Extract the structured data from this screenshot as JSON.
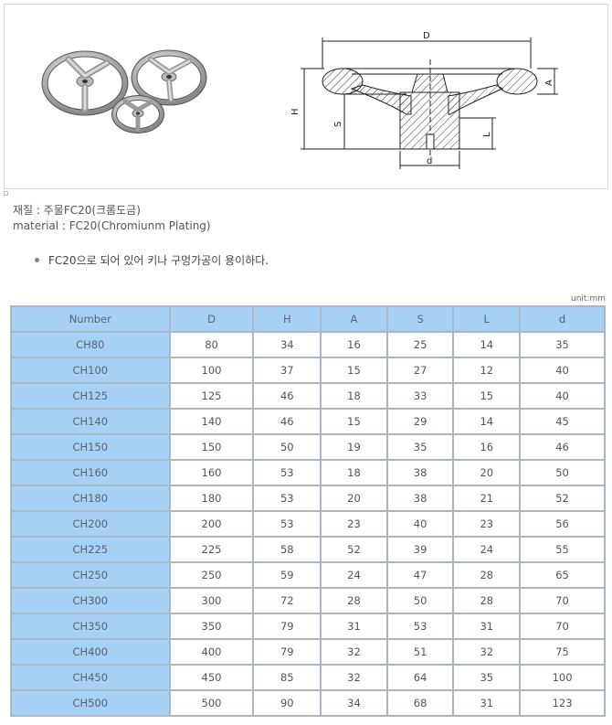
{
  "diagram": {
    "labels": {
      "D": "D",
      "H": "H",
      "A": "A",
      "S": "S",
      "L": "L",
      "d": "d"
    }
  },
  "material": {
    "korean": "재질 : 주물FC20(크롬도금)",
    "english": "material : FC20(Chromiunm Plating)"
  },
  "note": "FC20으로 되어 있어 키나 구멍가공이 용이하다.",
  "unit": "unit:mm",
  "table": {
    "headers": [
      "Number",
      "D",
      "H",
      "A",
      "S",
      "L",
      "d"
    ],
    "rows": [
      [
        "CH80",
        "80",
        "34",
        "16",
        "25",
        "14",
        "35"
      ],
      [
        "CH100",
        "100",
        "37",
        "15",
        "27",
        "12",
        "40"
      ],
      [
        "CH125",
        "125",
        "46",
        "18",
        "33",
        "15",
        "40"
      ],
      [
        "CH140",
        "140",
        "46",
        "15",
        "29",
        "14",
        "45"
      ],
      [
        "CH150",
        "150",
        "50",
        "19",
        "35",
        "16",
        "46"
      ],
      [
        "CH160",
        "160",
        "53",
        "18",
        "38",
        "20",
        "50"
      ],
      [
        "CH180",
        "180",
        "53",
        "20",
        "38",
        "21",
        "52"
      ],
      [
        "CH200",
        "200",
        "53",
        "23",
        "40",
        "23",
        "56"
      ],
      [
        "CH225",
        "225",
        "58",
        "52",
        "39",
        "24",
        "55"
      ],
      [
        "CH250",
        "250",
        "59",
        "24",
        "47",
        "28",
        "65"
      ],
      [
        "CH300",
        "300",
        "72",
        "28",
        "50",
        "28",
        "70"
      ],
      [
        "CH350",
        "350",
        "79",
        "31",
        "53",
        "31",
        "70"
      ],
      [
        "CH400",
        "400",
        "79",
        "32",
        "51",
        "32",
        "75"
      ],
      [
        "CH450",
        "450",
        "85",
        "32",
        "64",
        "35",
        "100"
      ],
      [
        "CH500",
        "500",
        "90",
        "34",
        "68",
        "31",
        "123"
      ]
    ]
  }
}
